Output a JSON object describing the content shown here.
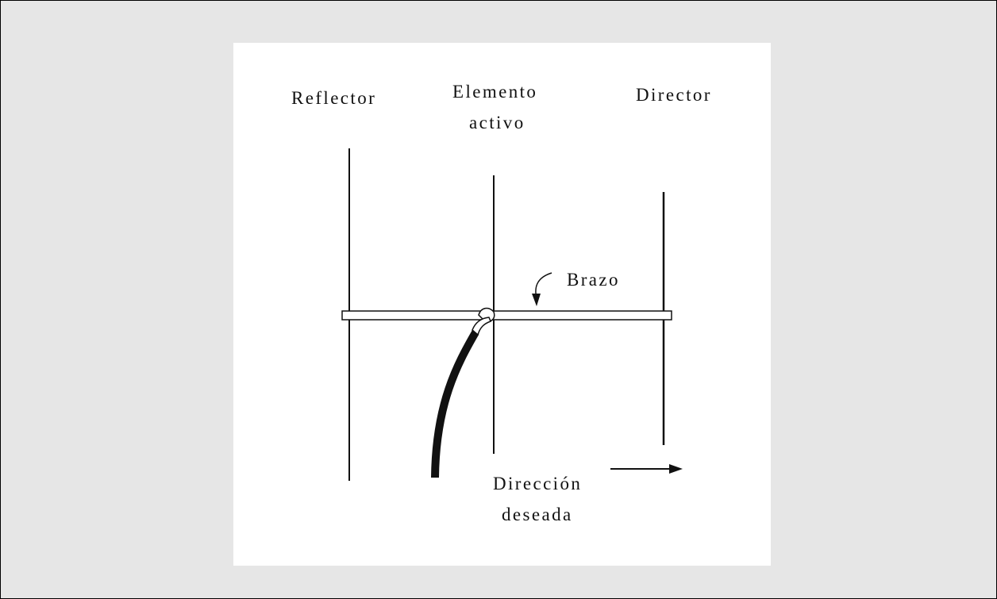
{
  "diagram": {
    "elements": {
      "reflector": "Reflector",
      "active_line1": "Elemento",
      "active_line2": "activo",
      "director": "Director"
    },
    "boom": "Brazo",
    "direction_line1": "Dirección",
    "direction_line2": "deseada"
  }
}
